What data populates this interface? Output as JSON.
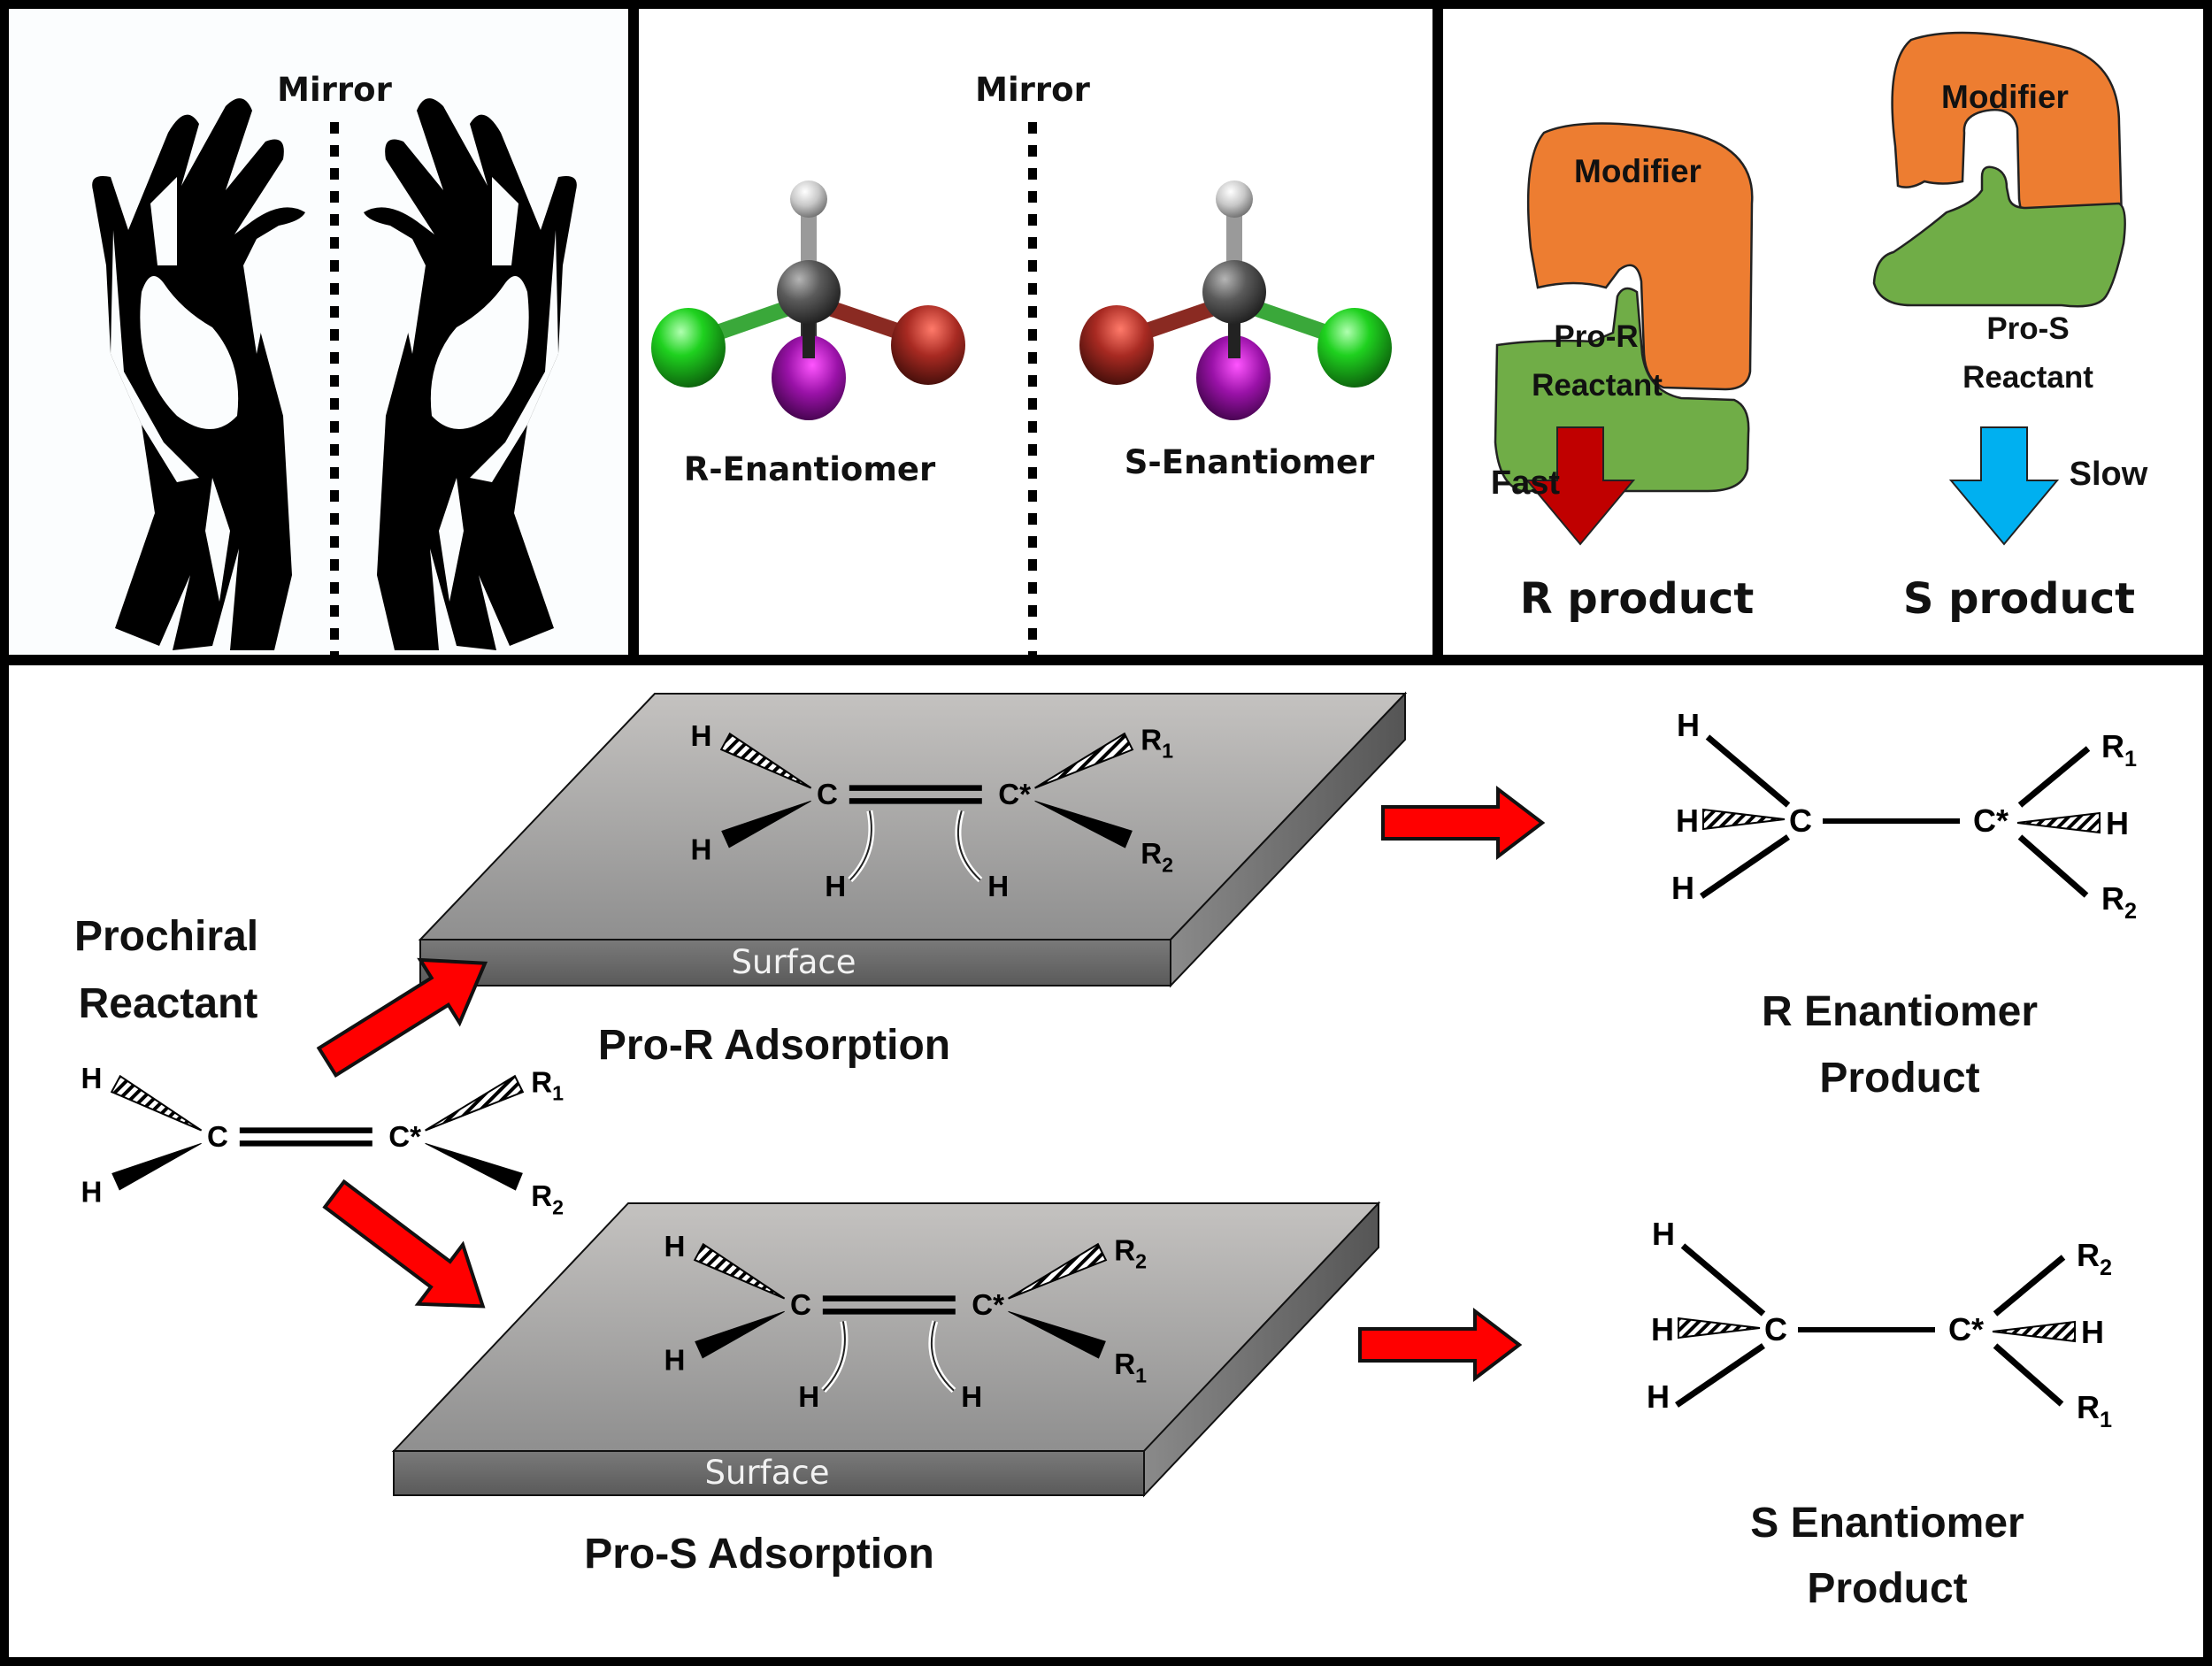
{
  "panels": {
    "hands": {
      "mirror_label": "Mirror",
      "left_icon": "left-hand-icon",
      "right_icon": "right-hand-icon"
    },
    "molecules": {
      "mirror_label": "Mirror",
      "left_label": "R-Enantiomer",
      "right_label": "S-Enantiomer",
      "atom_colors": {
        "carbon": "#5a5a5a",
        "hydrogen": "#e8e8e8",
        "green": "#1fd11f",
        "red": "#a82a22",
        "purple": "#9a12a8"
      }
    },
    "modifier": {
      "left": {
        "modifier_label": "Modifier",
        "reactant_label_1": "Pro-R",
        "reactant_label_2": "Reactant",
        "rate_label": "Fast",
        "product_label": "R product",
        "arrow_color": "#c00000"
      },
      "right": {
        "modifier_label": "Modifier",
        "reactant_label_1": "Pro-S",
        "reactant_label_2": "Reactant",
        "rate_label": "Slow",
        "product_label": "S product",
        "arrow_color": "#00b0f0"
      },
      "modifier_color": "#ed7d31",
      "reactant_color": "#70ad47"
    }
  },
  "mechanism": {
    "reactant_title_1": "Prochiral",
    "reactant_title_2": "Reactant",
    "reactant": {
      "left_atom": "C",
      "right_atom": "C*",
      "top_left": "H",
      "bottom_left": "H",
      "top_right": {
        "base": "R",
        "sub": "1"
      },
      "bottom_right": {
        "base": "R",
        "sub": "2"
      }
    },
    "pro_r": {
      "caption": "Pro-R Adsorption",
      "surface_label": "Surface",
      "left_atom": "C",
      "right_atom": "C*",
      "top_left": "H",
      "bottom_left": "H",
      "top_right": {
        "base": "R",
        "sub": "1"
      },
      "bottom_right": {
        "base": "R",
        "sub": "2"
      },
      "adsorbed_h_left": "H",
      "adsorbed_h_right": "H"
    },
    "pro_s": {
      "caption": "Pro-S Adsorption",
      "surface_label": "Surface",
      "left_atom": "C",
      "right_atom": "C*",
      "top_left": "H",
      "bottom_left": "H",
      "top_right": {
        "base": "R",
        "sub": "2"
      },
      "bottom_right": {
        "base": "R",
        "sub": "1"
      },
      "adsorbed_h_left": "H",
      "adsorbed_h_right": "H"
    },
    "r_product": {
      "caption_1": "R Enantiomer",
      "caption_2": "Product",
      "left_atom": "C",
      "right_atom": "C*",
      "left_top": "H",
      "left_mid": "H",
      "left_bottom": "H",
      "right_top": {
        "base": "R",
        "sub": "1"
      },
      "right_mid": "H",
      "right_bottom": {
        "base": "R",
        "sub": "2"
      }
    },
    "s_product": {
      "caption_1": "S Enantiomer",
      "caption_2": "Product",
      "left_atom": "C",
      "right_atom": "C*",
      "left_top": "H",
      "left_mid": "H",
      "left_bottom": "H",
      "right_top": {
        "base": "R",
        "sub": "2"
      },
      "right_mid": "H",
      "right_bottom": {
        "base": "R",
        "sub": "1"
      }
    },
    "arrow_color": "#ff0000"
  }
}
